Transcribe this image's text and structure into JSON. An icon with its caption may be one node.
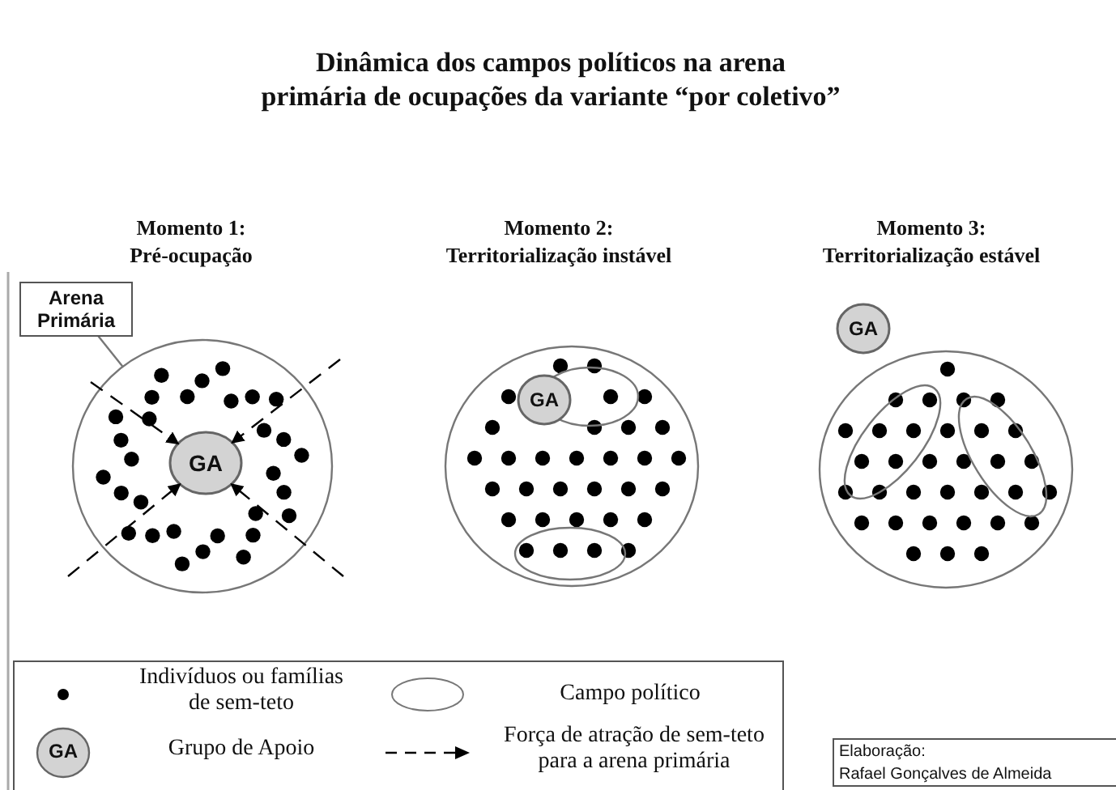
{
  "diagram": {
    "title": "Dinâmica dos campos políticos na arena primária de ocupações da variante “por coletivo”",
    "nodes": [
      {
        "text": [
          "Arena Primária"
        ]
      },
      {
        "text": [],
        "shape": "circle"
      },
      {
        "text": [
          "GA"
        ],
        "in": 1
      },
      {
        "text": [],
        "shape": "circle"
      },
      {
        "text": [],
        "shape": "ellipse",
        "in": 3
      },
      {
        "text": [
          "GA"
        ],
        "in": 3
      },
      {
        "text": [],
        "shape": "ellipse",
        "in": 3
      },
      {
        "text": [
          "GA"
        ]
      },
      {
        "text": [],
        "shape": "circle"
      },
      {
        "text": [],
        "shape": "ellipse",
        "in": 8
      },
      {
        "text": [],
        "shape": "ellipse",
        "in": 8
      },
      {
        "text": [
          "Elaboração:",
          "Rafael Gonçalves de Almeida"
        ]
      }
    ],
    "edges": [
      {
        "from": 0,
        "to": 1,
        "arrow": "none",
        "color": "#777777"
      },
      {
        "from": null,
        "to": 2,
        "arrow": "to",
        "style": "dashed"
      },
      {
        "from": null,
        "to": 2,
        "arrow": "to",
        "style": "dashed"
      },
      {
        "from": null,
        "to": 2,
        "arrow": "to",
        "style": "dashed"
      },
      {
        "from": null,
        "to": 2,
        "arrow": "to",
        "style": "dashed"
      }
    ],
    "labels": [
      "Momento 1: Pré-ocupação",
      "Momento 2: Territorialização instável",
      "Momento 3: Territorialização estável",
      "GA"
    ],
    "legend": [
      {
        "text": "Indivíduos ou famílias de sem-teto"
      },
      {
        "text": "Campo político"
      },
      {
        "text": "Grupo de Apoio"
      },
      {
        "text": "Força de atração de sem-teto para a arena primária"
      }
    ]
  }
}
